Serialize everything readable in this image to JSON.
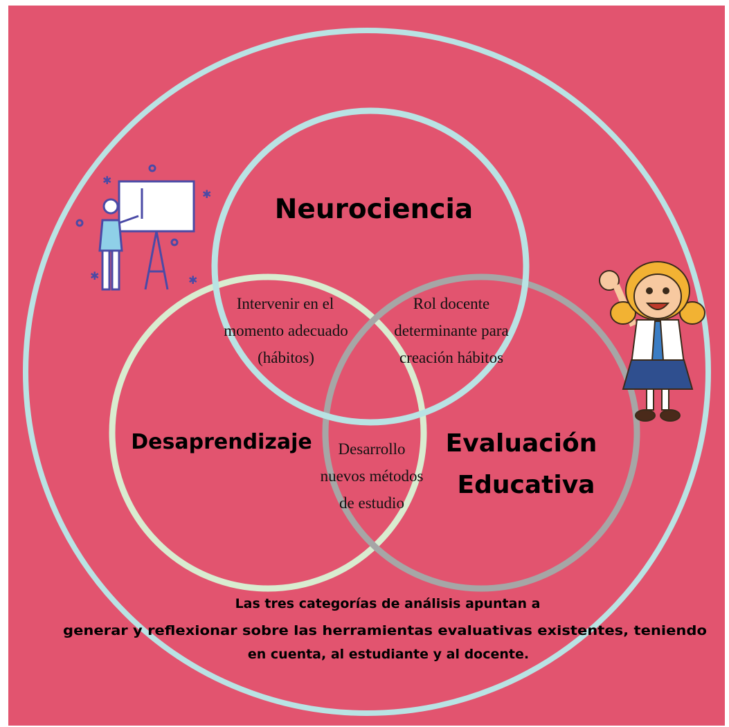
{
  "colors": {
    "background": "#e2546f",
    "outer_ring": "#b9e3e4",
    "neurociencia_ring": "#b9e3e4",
    "desaprendizaje_ring": "#d9ecd0",
    "evaluacion_ring": "#a6a6a6",
    "text": "#000000"
  },
  "circles": {
    "neurociencia": {
      "title": "Neurociencia"
    },
    "desaprendizaje": {
      "title": "Desaprendizaje"
    },
    "evaluacion": {
      "title_line1": "Evaluación",
      "title_line2": "Educativa"
    }
  },
  "intersections": {
    "neuro_desaprendizaje": [
      "Intervenir en el",
      "momento adecuado",
      "(hábitos)"
    ],
    "neuro_evaluacion": [
      "Rol docente",
      "determinante para",
      "creación hábitos"
    ],
    "desaprendizaje_evaluacion": [
      "Desarrollo",
      "nuevos métodos",
      "de estudio"
    ]
  },
  "caption": [
    "Las tres categorías de análisis apuntan a",
    "generar y reflexionar sobre las herramientas evaluativas existentes, teniendo",
    "en cuenta, al estudiante y al docente."
  ],
  "icons": {
    "teacher": "teacher-whiteboard-icon",
    "student": "student-girl-icon"
  }
}
